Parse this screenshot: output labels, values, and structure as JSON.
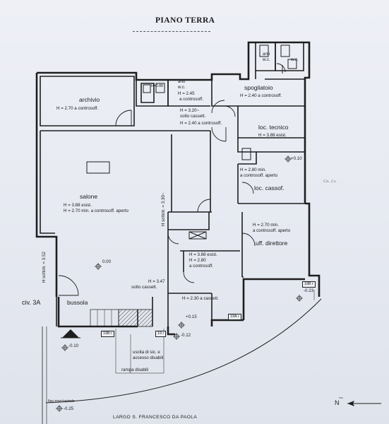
{
  "title": "PIANO TERRA",
  "rooms": {
    "archivio": "archivio",
    "spogliatoio": "spogliatoio",
    "loc_tecnico": "loc. tecnico",
    "salone": "salone",
    "loc_cassof": "loc. cassof.",
    "uff_direttore": "uff. direttore",
    "bussola": "bussola",
    "anti_wc_top": "anti",
    "wc_top": "w.c.",
    "wc_top_right": "w.c.",
    "anti_wc_mid": "anti",
    "wc_mid": "w.c."
  },
  "notes": {
    "archivio_h": "H = 2.70 a controsoff.",
    "wc_h": "H=3.88",
    "anti_h1": "H = 2.45",
    "anti_h2": "a controsoff.",
    "spogliatoio_h": "H = 2.40 a controsoff.",
    "corridor_h1": "H = 3.20~",
    "corridor_h2": "sotto cassett.",
    "corridor_h3": "H = 2.40 a controsoff.",
    "loc_tecnico_h": "H = 3.88 esist.",
    "loc_cassof_h1": "H = 2.80 min.",
    "loc_cassof_h2": "a controsoff. aperto",
    "salone_h1": "H = 3.88 esist.",
    "salone_h2": "H = 2.70 min. a controsoff. aperto",
    "vertical_h": "H sottotr. = 3.30~",
    "left_vertical_h": "H sottotr. = 3.52",
    "uff_h1": "H = 2.70 min.",
    "uff_h2": "a controsoff. aperto",
    "center_h1": "H = 3.88 esist.",
    "center_h2": "H = 2.80",
    "center_h3": "a controsoff.",
    "bottom_h1": "H = 3.47",
    "bottom_h2": "sotto cassett.",
    "bottom_h3": "H = 2.30 a cassett.",
    "exit_1": "uscita di sic. e",
    "exit_2": "accesso disabili",
    "ramp": "rampa disabili",
    "street": "LARGO S. FRANCESCO DA PAOLA",
    "civ": "civ. 3A",
    "north": "N",
    "margin_small": "fiso marciapiede",
    "pencil_note": "Ca. 2.s."
  },
  "levels": {
    "l_000": "0.00",
    "l_plus010": "+0.10",
    "l_minus010": "-0.10",
    "l_plus015": "+0.15",
    "l_minus012": "-0.12",
    "l_minus023": "-0.23",
    "l_minus025": "-0.25"
  },
  "tags": {
    "t19b": "19B r",
    "t19": "19 r",
    "t19a": "19A r",
    "t18": "18B r"
  }
}
